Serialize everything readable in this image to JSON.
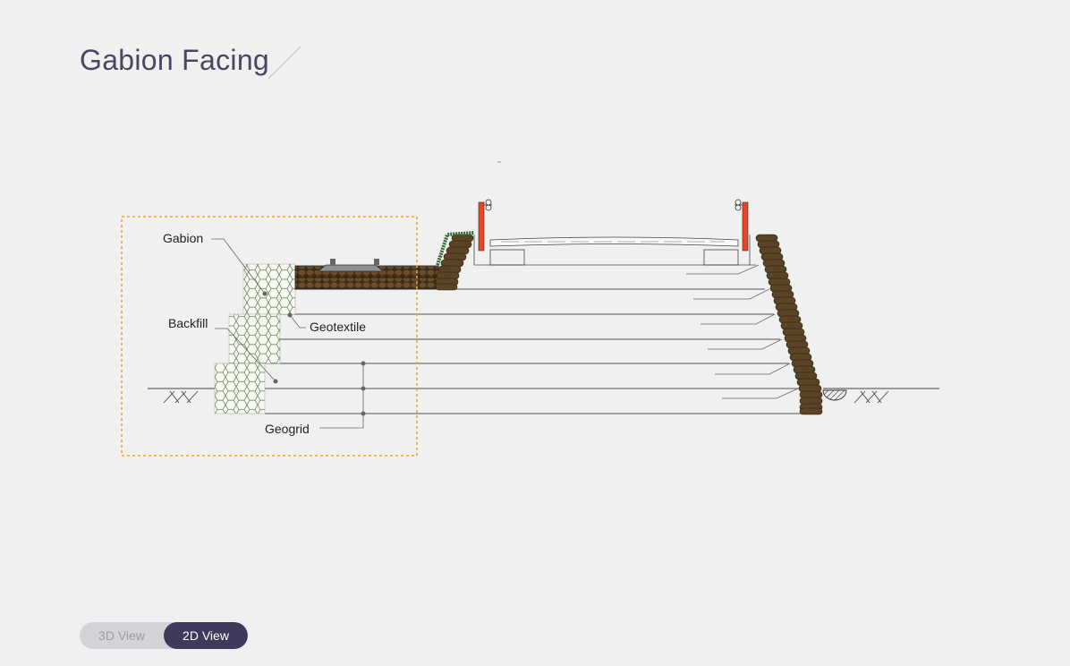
{
  "page": {
    "title": "Gabion Facing"
  },
  "labels": {
    "gabion": "Gabion",
    "backfill": "Backfill",
    "geotextile": "Geotextile",
    "geogrid": "Geogrid"
  },
  "view_toggle": {
    "options": [
      "3D View",
      "2D View"
    ],
    "selected": "2D View"
  },
  "colors": {
    "gabion_brown": "#5b4326",
    "fence_post_red": "#e04a2b",
    "grass_green": "#2e6b2a",
    "highlight_orange": "#e8a33a",
    "accent_purple": "#3f3a5b"
  }
}
